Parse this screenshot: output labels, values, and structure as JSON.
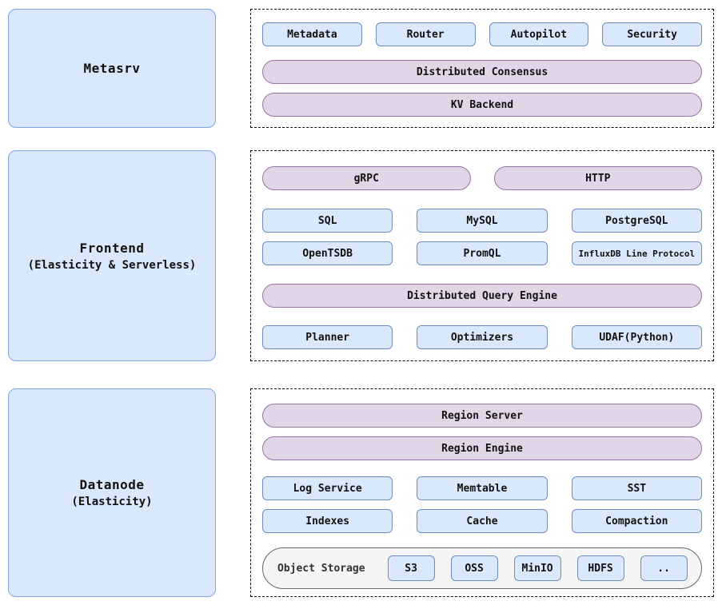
{
  "colors": {
    "blue_fill": "#dae8fc",
    "blue_border": "#6c8ebf",
    "panel_border": "#7ea6e0",
    "purple_fill": "#e1d5e7",
    "purple_border": "#9673a6",
    "storage_fill": "#f5f5f5",
    "storage_border": "#666666"
  },
  "metasrv": {
    "panel": {
      "title": "Metasrv",
      "subtitle": ""
    },
    "modules": [
      "Metadata",
      "Router",
      "Autopilot",
      "Security"
    ],
    "layers": [
      "Distributed Consensus",
      "KV Backend"
    ]
  },
  "frontend": {
    "panel": {
      "title": "Frontend",
      "subtitle": "(Elasticity & Serverless)"
    },
    "protocols": [
      "gRPC",
      "HTTP"
    ],
    "query_languages": [
      "SQL",
      "MySQL",
      "PostgreSQL"
    ],
    "ingest_protocols": [
      "OpenTSDB",
      "PromQL",
      "InfluxDB Line Protocol"
    ],
    "engine": "Distributed Query Engine",
    "engine_components": [
      "Planner",
      "Optimizers",
      "UDAF(Python)"
    ]
  },
  "datanode": {
    "panel": {
      "title": "Datanode",
      "subtitle": "(Elasticity)"
    },
    "layers": [
      "Region Server",
      "Region Engine"
    ],
    "components_row1": [
      "Log Service",
      "Memtable",
      "SST"
    ],
    "components_row2": [
      "Indexes",
      "Cache",
      "Compaction"
    ],
    "object_storage": {
      "label": "Object Storage",
      "backends": [
        "S3",
        "OSS",
        "MinIO",
        "HDFS",
        ".."
      ]
    }
  }
}
